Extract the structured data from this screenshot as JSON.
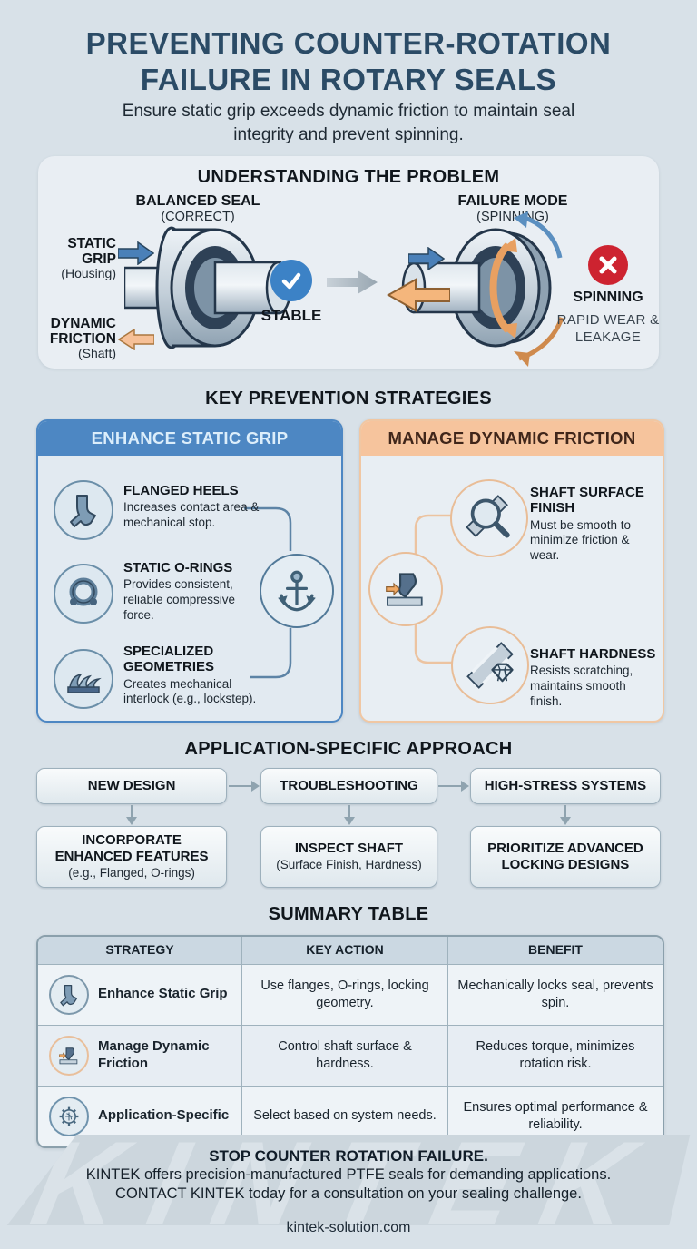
{
  "header": {
    "title_line1": "PREVENTING COUNTER-ROTATION",
    "title_line2": "FAILURE IN ROTARY SEALS",
    "subtitle": "Ensure static grip exceeds dynamic friction to maintain seal integrity and prevent spinning."
  },
  "problem": {
    "heading": "UNDERSTANDING THE PROBLEM",
    "balanced": {
      "title": "BALANCED SEAL",
      "subtitle": "(CORRECT)",
      "static_grip": "STATIC GRIP",
      "static_sub": "(Housing)",
      "dynamic_friction": "DYNAMIC FRICTION",
      "dynamic_sub": "(Shaft)",
      "status": "STABLE"
    },
    "failure": {
      "title": "FAILURE MODE",
      "subtitle": "(SPINNING)",
      "status": "SPINNING",
      "consequence": "RAPID WEAR & LEAKAGE"
    }
  },
  "strategies": {
    "heading": "KEY PREVENTION STRATEGIES",
    "left": {
      "header": "ENHANCE STATIC GRIP",
      "items": [
        {
          "title": "FLANGED HEELS",
          "desc": "Increases contact area & mechanical stop."
        },
        {
          "title": "STATIC O-RINGS",
          "desc": "Provides consistent, reliable compressive force."
        },
        {
          "title": "SPECIALIZED GEOMETRIES",
          "desc": "Creates mechanical interlock (e.g., lockstep)."
        }
      ]
    },
    "right": {
      "header": "MANAGE DYNAMIC FRICTION",
      "items": [
        {
          "title": "SHAFT SURFACE FINISH",
          "desc": "Must be smooth to minimize friction & wear."
        },
        {
          "title": "SHAFT HARDNESS",
          "desc": "Resists scratching, maintains smooth finish."
        }
      ]
    }
  },
  "approach": {
    "heading": "APPLICATION-SPECIFIC APPROACH",
    "columns": [
      {
        "top": "NEW DESIGN",
        "bottom": "INCORPORATE ENHANCED FEATURES",
        "bottom_sub": "(e.g., Flanged, O-rings)"
      },
      {
        "top": "TROUBLESHOOTING",
        "bottom": "INSPECT SHAFT",
        "bottom_sub": "(Surface Finish, Hardness)"
      },
      {
        "top": "HIGH-STRESS SYSTEMS",
        "bottom": "PRIORITIZE ADVANCED LOCKING DESIGNS",
        "bottom_sub": ""
      }
    ]
  },
  "summary": {
    "heading": "SUMMARY TABLE",
    "headers": [
      "STRATEGY",
      "KEY ACTION",
      "BENEFIT"
    ],
    "rows": [
      {
        "strategy": "Enhance Static Grip",
        "action": "Use flanges, O-rings, locking geometry.",
        "benefit": "Mechanically locks seal, prevents spin."
      },
      {
        "strategy": "Manage Dynamic Friction",
        "action": "Control shaft surface & hardness.",
        "benefit": "Reduces torque, minimizes rotation risk."
      },
      {
        "strategy": "Application-Specific",
        "action": "Select based on system needs.",
        "benefit": "Ensures optimal performance & reliability."
      }
    ]
  },
  "footer": {
    "headline": "STOP COUNTER ROTATION FAILURE.",
    "line1": "KINTEK offers precision-manufactured PTFE seals for demanding applications.",
    "line2": "CONTACT KINTEK today for a consultation on your sealing challenge.",
    "website": "kintek-solution.com",
    "watermark": "KINTEK"
  },
  "colors": {
    "background": "#d8e1e8",
    "title_navy": "#2b4b66",
    "accent_blue": "#4d87c3",
    "accent_orange": "#f6c49d",
    "success_blue": "#3c82c6",
    "error_red": "#cd2330"
  }
}
